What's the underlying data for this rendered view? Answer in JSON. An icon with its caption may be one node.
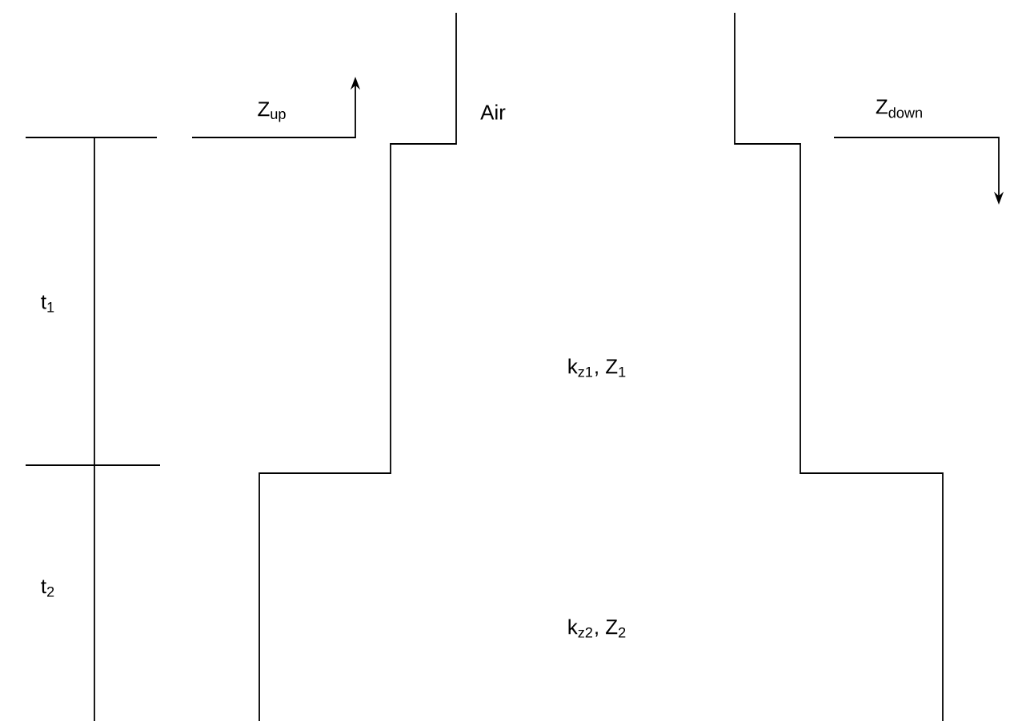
{
  "diagram": {
    "labels": [
      "Z$_{up}$",
      "Air",
      "Z$_{down}$",
      "t$_{1}$",
      "k$_{z1}$, Z$_{1}$",
      "t$_{2}$",
      "k$_{z2}$, Z$_{2}$"
    ]
  }
}
